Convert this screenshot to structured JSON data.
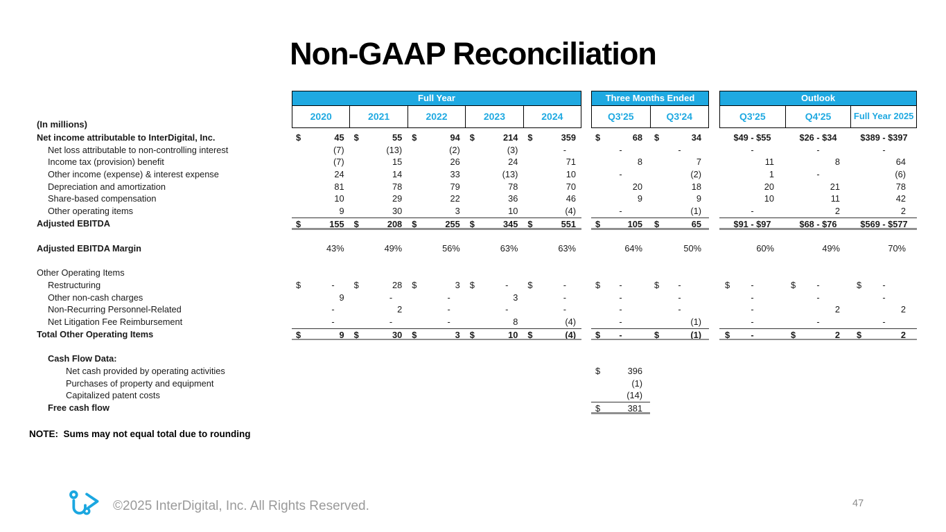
{
  "slide": {
    "title": "Non-GAAP Reconciliation",
    "units_label": "(In millions)",
    "note": "NOTE:  Sums may not equal total due to rounding",
    "footer": {
      "copyright": "©2025 InterDigital, Inc. All Rights Reserved.",
      "page_number": "47",
      "logo": "interdigital-logo"
    }
  },
  "colors": {
    "accent": "#1FA9E1",
    "total_rule_gray": "#8f8f8f",
    "header_text": "#ffffff",
    "footer_gray": "#9a9a9a"
  },
  "table": {
    "groups": [
      {
        "label": "Full Year",
        "cols": [
          "2020",
          "2021",
          "2022",
          "2023",
          "2024"
        ]
      },
      {
        "label": "Three Months Ended",
        "cols": [
          "Q3'25",
          "Q3'24"
        ]
      },
      {
        "label": "Outlook",
        "cols": [
          "Q3'25",
          "Q4'25",
          "Full Year 2025"
        ]
      }
    ],
    "rows": [
      {
        "name": "row-net-income",
        "label": "Net income attributable to InterDigital, Inc.",
        "cls": "",
        "b": true,
        "cells": [
          {
            "d": "$",
            "v": "45"
          },
          {
            "d": "$",
            "v": "55"
          },
          {
            "d": "$",
            "v": "94"
          },
          {
            "d": "$",
            "v": "214"
          },
          {
            "d": "$",
            "v": "359"
          },
          {
            "d": "$",
            "v": "68"
          },
          {
            "d": "$",
            "v": "34"
          },
          {
            "c": "$49 - $55"
          },
          {
            "c": "$26 - $34"
          },
          {
            "c": "$389 - $397"
          }
        ]
      },
      {
        "name": "row-net-loss-nci",
        "label": "Net loss attributable to non-controlling interest",
        "cls": "ind1",
        "cells": [
          {
            "v": "(7)"
          },
          {
            "v": "(13)"
          },
          {
            "v": "(2)"
          },
          {
            "v": "(3)"
          },
          {
            "e": "-"
          },
          {
            "c": "-"
          },
          {
            "c": "-"
          },
          {
            "c": "-"
          },
          {
            "c": "-"
          },
          {
            "c": "-"
          }
        ]
      },
      {
        "name": "row-income-tax",
        "label": "Income tax (provision) benefit",
        "cls": "ind1",
        "cells": [
          {
            "v": "(7)"
          },
          {
            "v": "15"
          },
          {
            "v": "26"
          },
          {
            "v": "24"
          },
          {
            "v": "71"
          },
          {
            "v": "8"
          },
          {
            "v": "7"
          },
          {
            "v": "11"
          },
          {
            "v": "8"
          },
          {
            "v": "64"
          }
        ]
      },
      {
        "name": "row-other-income",
        "label": "Other income (expense) & interest expense",
        "cls": "ind1",
        "cells": [
          {
            "v": "24"
          },
          {
            "v": "14"
          },
          {
            "v": "33"
          },
          {
            "v": "(13)"
          },
          {
            "v": "10"
          },
          {
            "c": "-"
          },
          {
            "v": "(2)"
          },
          {
            "v": "1"
          },
          {
            "c": "-"
          },
          {
            "v": "(6)"
          }
        ]
      },
      {
        "name": "row-depreciation",
        "label": "Depreciation and amortization",
        "cls": "ind1",
        "cells": [
          {
            "v": "81"
          },
          {
            "v": "78"
          },
          {
            "v": "79"
          },
          {
            "v": "78"
          },
          {
            "v": "70"
          },
          {
            "v": "20"
          },
          {
            "v": "18"
          },
          {
            "v": "20"
          },
          {
            "v": "21"
          },
          {
            "v": "78"
          }
        ]
      },
      {
        "name": "row-sbc",
        "label": "Share-based compensation",
        "cls": "ind1",
        "cells": [
          {
            "v": "10"
          },
          {
            "v": "29"
          },
          {
            "v": "22"
          },
          {
            "v": "36"
          },
          {
            "v": "46"
          },
          {
            "v": "9"
          },
          {
            "v": "9"
          },
          {
            "v": "10"
          },
          {
            "v": "11"
          },
          {
            "v": "42"
          }
        ]
      },
      {
        "name": "row-other-operating",
        "label": "Other operating items",
        "cls": "ind1",
        "cells": [
          {
            "v": "9"
          },
          {
            "v": "30"
          },
          {
            "v": "3"
          },
          {
            "v": "10"
          },
          {
            "v": "(4)"
          },
          {
            "c": "-"
          },
          {
            "v": "(1)"
          },
          {
            "c": "-"
          },
          {
            "v": "2"
          },
          {
            "v": "2"
          }
        ]
      },
      {
        "name": "row-adjusted-ebitda",
        "label": "Adjusted EBITDA",
        "cls": "",
        "b": true,
        "tot": true,
        "cells": [
          {
            "d": "$",
            "v": "155"
          },
          {
            "d": "$",
            "v": "208"
          },
          {
            "d": "$",
            "v": "255"
          },
          {
            "d": "$",
            "v": "345"
          },
          {
            "d": "$",
            "v": "551"
          },
          {
            "d": "$",
            "v": "105"
          },
          {
            "d": "$",
            "v": "65"
          },
          {
            "c": "$91 - $97"
          },
          {
            "c": "$68 - $76"
          },
          {
            "c": "$569 - $577"
          }
        ]
      },
      {
        "sp": 18
      },
      {
        "name": "row-ebitda-margin",
        "label": "Adjusted EBITDA Margin",
        "cls": "",
        "b": true,
        "vplain": true,
        "cells": [
          {
            "v": "43%"
          },
          {
            "v": "49%"
          },
          {
            "v": "56%"
          },
          {
            "v": "63%"
          },
          {
            "v": "63%"
          },
          {
            "v": "64%"
          },
          {
            "v": "50%"
          },
          {
            "v": "60%"
          },
          {
            "v": "49%"
          },
          {
            "v": "70%"
          }
        ]
      },
      {
        "sp": 18
      },
      {
        "name": "row-other-op-items-header",
        "label": "Other Operating Items",
        "cls": "",
        "cells": []
      },
      {
        "name": "row-restructuring",
        "label": "Restructuring",
        "cls": "ind1",
        "cells": [
          {
            "d": "$",
            "e": "-"
          },
          {
            "d": "$",
            "v": "28"
          },
          {
            "d": "$",
            "v": "3"
          },
          {
            "d": "$",
            "e": "-"
          },
          {
            "d": "$",
            "e": "-"
          },
          {
            "d": "$",
            "c": "-"
          },
          {
            "d": "$",
            "c": "-"
          },
          {
            "d": "$",
            "c": "-"
          },
          {
            "d": "$",
            "c": "-"
          },
          {
            "d": "$",
            "c": "-"
          }
        ]
      },
      {
        "name": "row-non-cash-charges",
        "label": "Other non-cash charges",
        "cls": "ind1",
        "cells": [
          {
            "v": "9"
          },
          {
            "e": "-"
          },
          {
            "e": "-"
          },
          {
            "v": "3"
          },
          {
            "e": "-"
          },
          {
            "c": "-"
          },
          {
            "c": "-"
          },
          {
            "c": "-"
          },
          {
            "c": "-"
          },
          {
            "c": "-"
          }
        ]
      },
      {
        "name": "row-personnel-related",
        "label": "Non-Recurring Personnel-Related",
        "cls": "ind1",
        "cells": [
          {
            "e": "-"
          },
          {
            "v": "2"
          },
          {
            "e": "-"
          },
          {
            "e": "-"
          },
          {
            "e": "-"
          },
          {
            "c": "-"
          },
          {
            "c": "-"
          },
          {
            "c": "-"
          },
          {
            "v": "2"
          },
          {
            "v": "2"
          }
        ]
      },
      {
        "name": "row-litigation-fee",
        "label": "Net Litigation Fee Reimbursement",
        "cls": "ind1",
        "cells": [
          {
            "e": "-"
          },
          {
            "e": "-"
          },
          {
            "e": "-"
          },
          {
            "v": "8"
          },
          {
            "v": "(4)"
          },
          {
            "c": "-"
          },
          {
            "v": "(1)"
          },
          {
            "c": "-"
          },
          {
            "c": "-"
          },
          {
            "c": "-"
          }
        ]
      },
      {
        "name": "row-total-other-op",
        "label": "Total Other Operating Items",
        "cls": "",
        "b": true,
        "tot": true,
        "cells": [
          {
            "d": "$",
            "v": "9"
          },
          {
            "d": "$",
            "v": "30"
          },
          {
            "d": "$",
            "v": "3"
          },
          {
            "d": "$",
            "v": "10"
          },
          {
            "d": "$",
            "v": "(4)"
          },
          {
            "d": "$",
            "c": "-"
          },
          {
            "d": "$",
            "v": "(1)"
          },
          {
            "d": "$",
            "c": "-"
          },
          {
            "d": "$",
            "v": "2"
          },
          {
            "d": "$",
            "v": "2"
          }
        ]
      },
      {
        "sp": 18
      },
      {
        "name": "row-cash-flow-header",
        "label": "Cash Flow Data:",
        "cls": "ind1",
        "b": true,
        "cells": []
      },
      {
        "name": "row-net-cash-ops",
        "label": "Net cash provided by operating activities",
        "cls": "ind2",
        "cells": [
          {},
          {},
          {},
          {},
          {},
          {
            "d": "$",
            "v": "396"
          },
          {},
          {},
          {},
          {}
        ]
      },
      {
        "name": "row-purchases-ppe",
        "label": "Purchases of property and equipment",
        "cls": "ind2",
        "cells": [
          {},
          {},
          {},
          {},
          {},
          {
            "v": "(1)"
          },
          {},
          {},
          {},
          {}
        ]
      },
      {
        "name": "row-capitalized-patent",
        "label": "Capitalized patent costs",
        "cls": "ind2",
        "cells": [
          {},
          {},
          {},
          {},
          {},
          {
            "v": "(14)"
          },
          {},
          {},
          {},
          {}
        ]
      },
      {
        "name": "row-free-cash-flow",
        "label": "Free cash flow",
        "cls": "ind1",
        "b": true,
        "vplain": true,
        "cftot": true,
        "cells": [
          {},
          {},
          {},
          {},
          {},
          {
            "d": "$",
            "v": "381"
          },
          {},
          {},
          {},
          {}
        ]
      }
    ]
  }
}
